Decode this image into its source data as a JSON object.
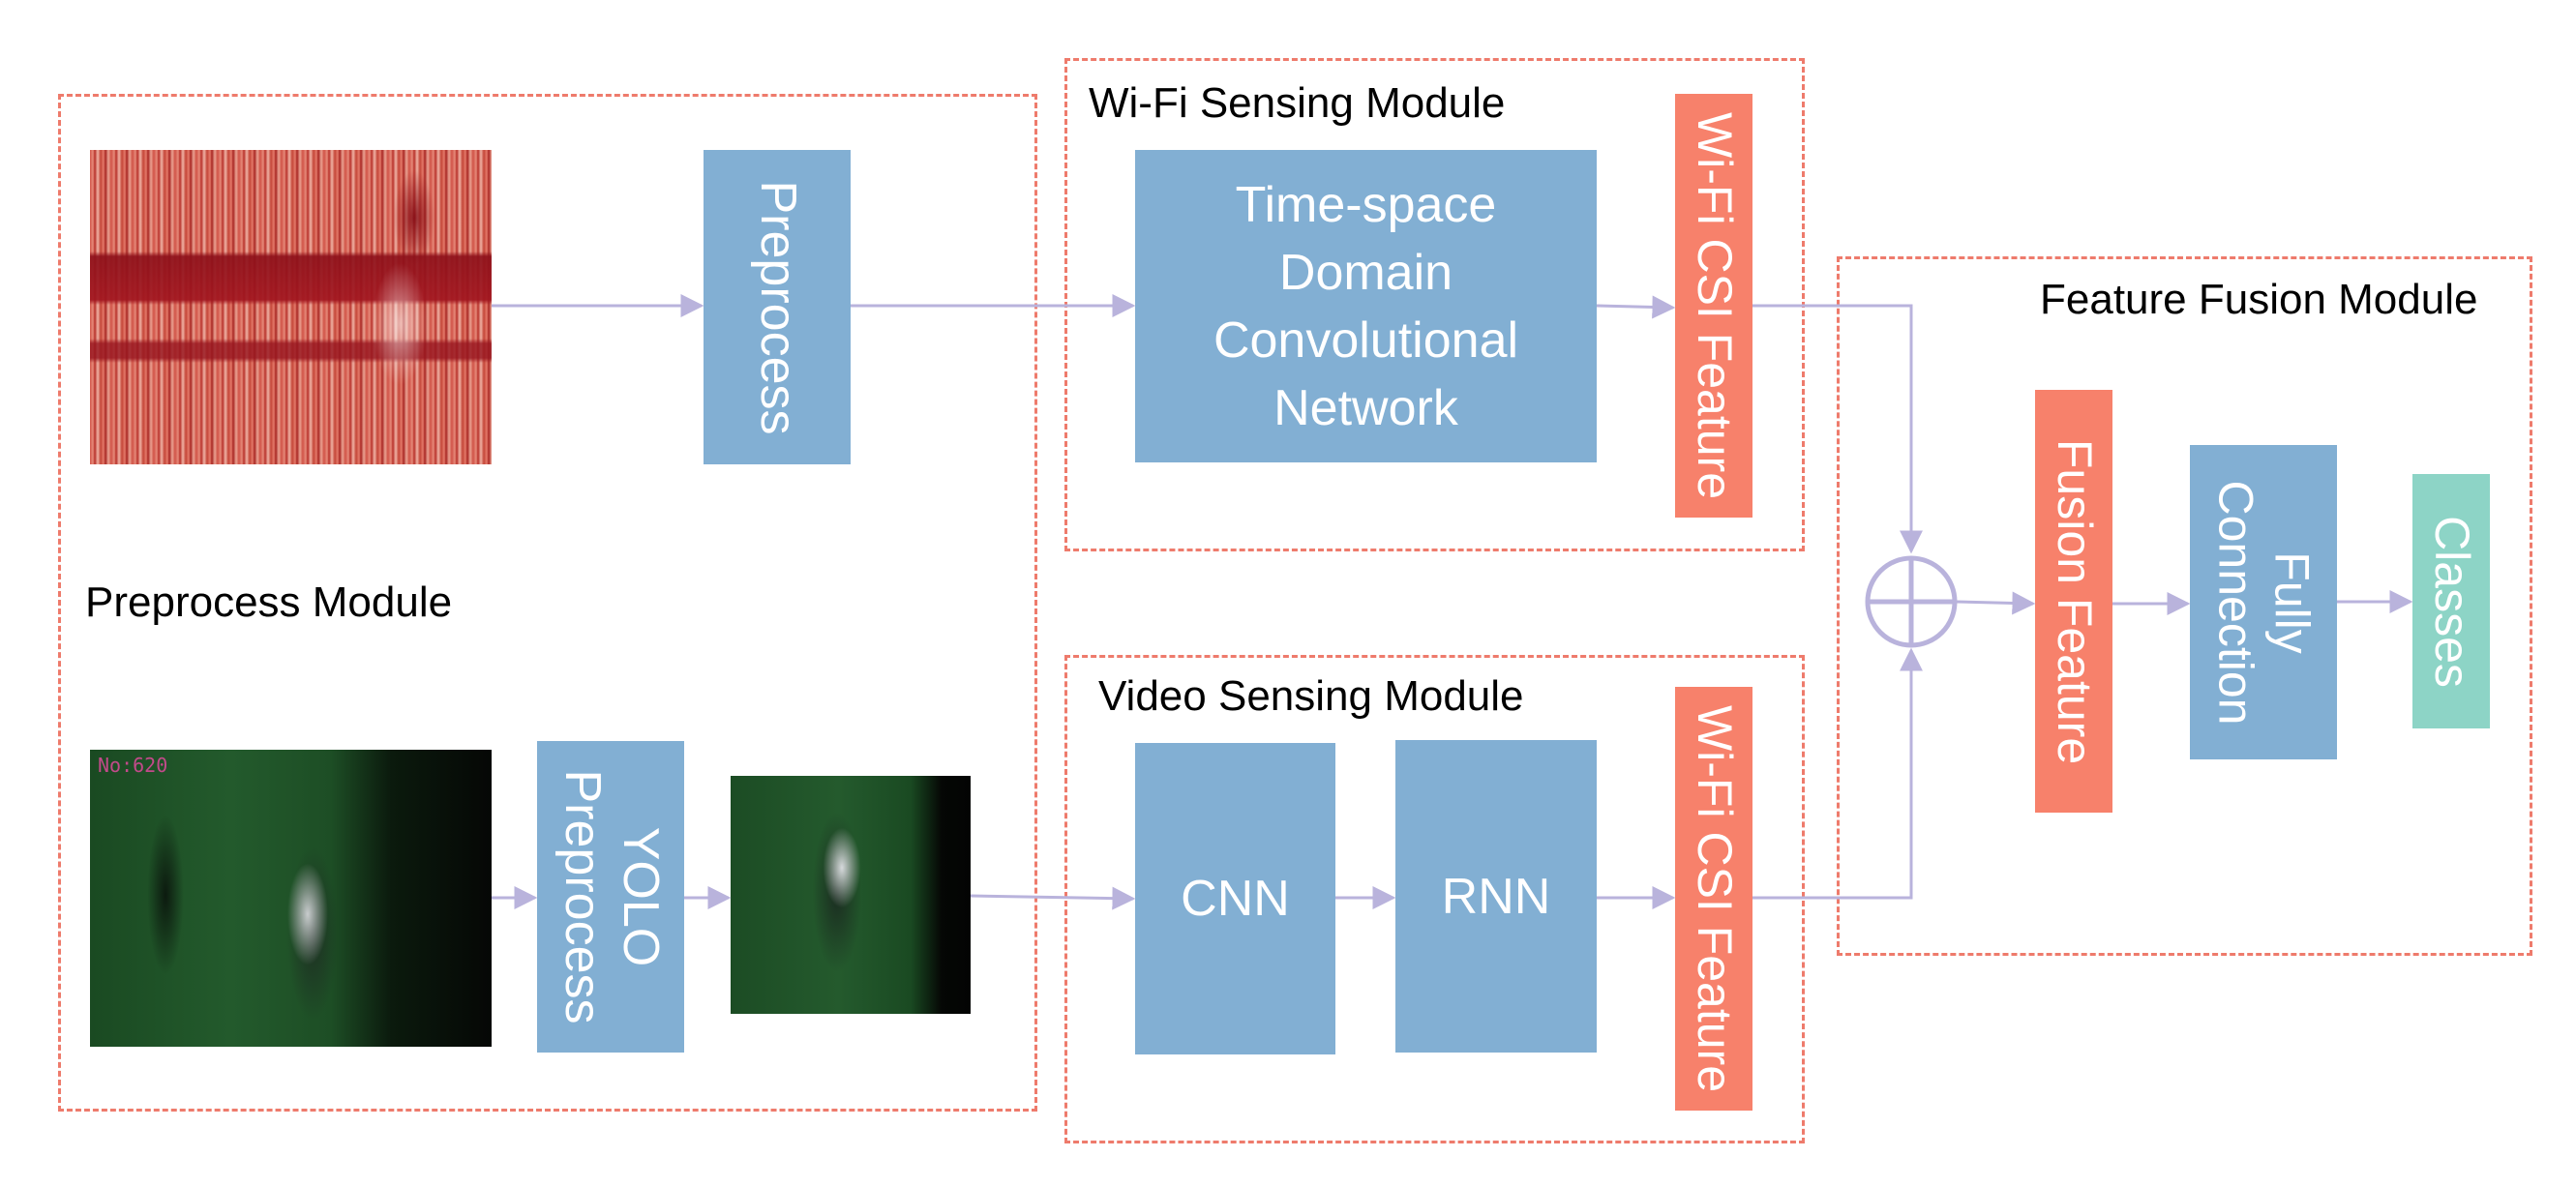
{
  "modules": {
    "preprocess": "Preprocess Module",
    "wifi": "Wi-Fi Sensing Module",
    "video": "Video Sensing Module",
    "fusion": "Feature Fusion Module"
  },
  "blocks": {
    "preprocess": "Preprocess",
    "yolo_line1": "YOLO",
    "yolo_line2": "Preprocess",
    "tscn": "Time-space\nDomain\nConvolutional\nNetwork",
    "wifi_feature": "Wi-Fi CSI Feature",
    "cnn": "CNN",
    "rnn": "RNN",
    "video_feature": "Wi-Fi CSI Feature",
    "fusion_feature": "Fusion Feature",
    "fc_line1": "Fully",
    "fc_line2": "Connection",
    "classes": "Classes"
  },
  "images": {
    "frame_counter": "No:620"
  },
  "colors": {
    "module_border": "#ee7b6c",
    "block_blue": "#82afd3",
    "feature_salmon": "#f7816b",
    "classes_teal": "#8dd4c6",
    "arrow": "#b9b3dc",
    "heatmap_base": "#c23a2e",
    "video_green": "#1f4a25"
  }
}
